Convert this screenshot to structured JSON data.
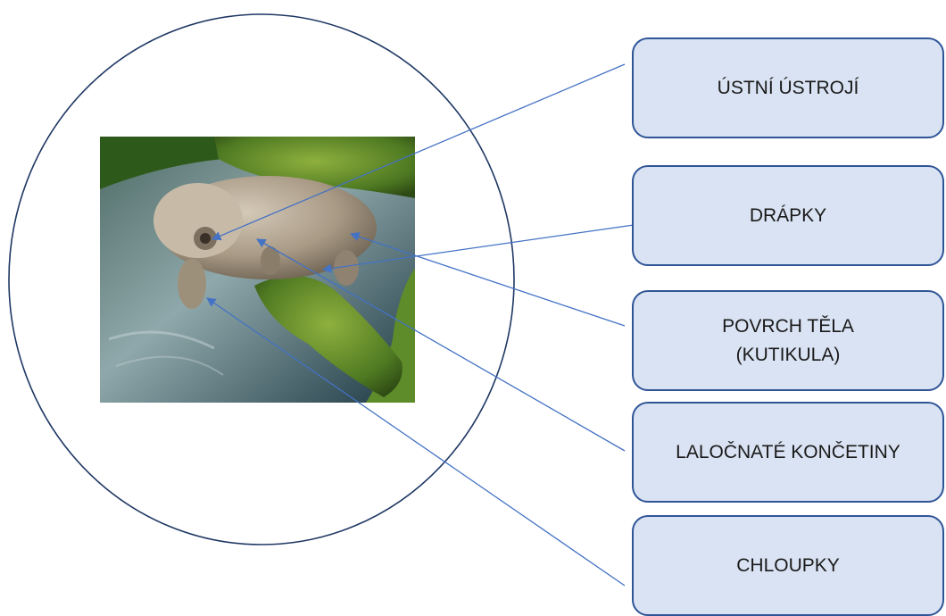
{
  "labels": {
    "mouthparts": "ÚSTNÍ ÚSTROJÍ",
    "claws": "DRÁPKY",
    "cuticle": "POVRCH TĚLA\n(KUTIKULA)",
    "lobed_limbs": "LALOČNATÉ KONČETINY",
    "hairs": "CHLOUPKY"
  },
  "colors": {
    "box_fill": "#dae3f3",
    "box_border": "#2f5597",
    "circle_stroke": "#1f3864",
    "pointer_line": "#4472c4"
  },
  "image": {
    "subject": "tardigrade-on-moss"
  }
}
